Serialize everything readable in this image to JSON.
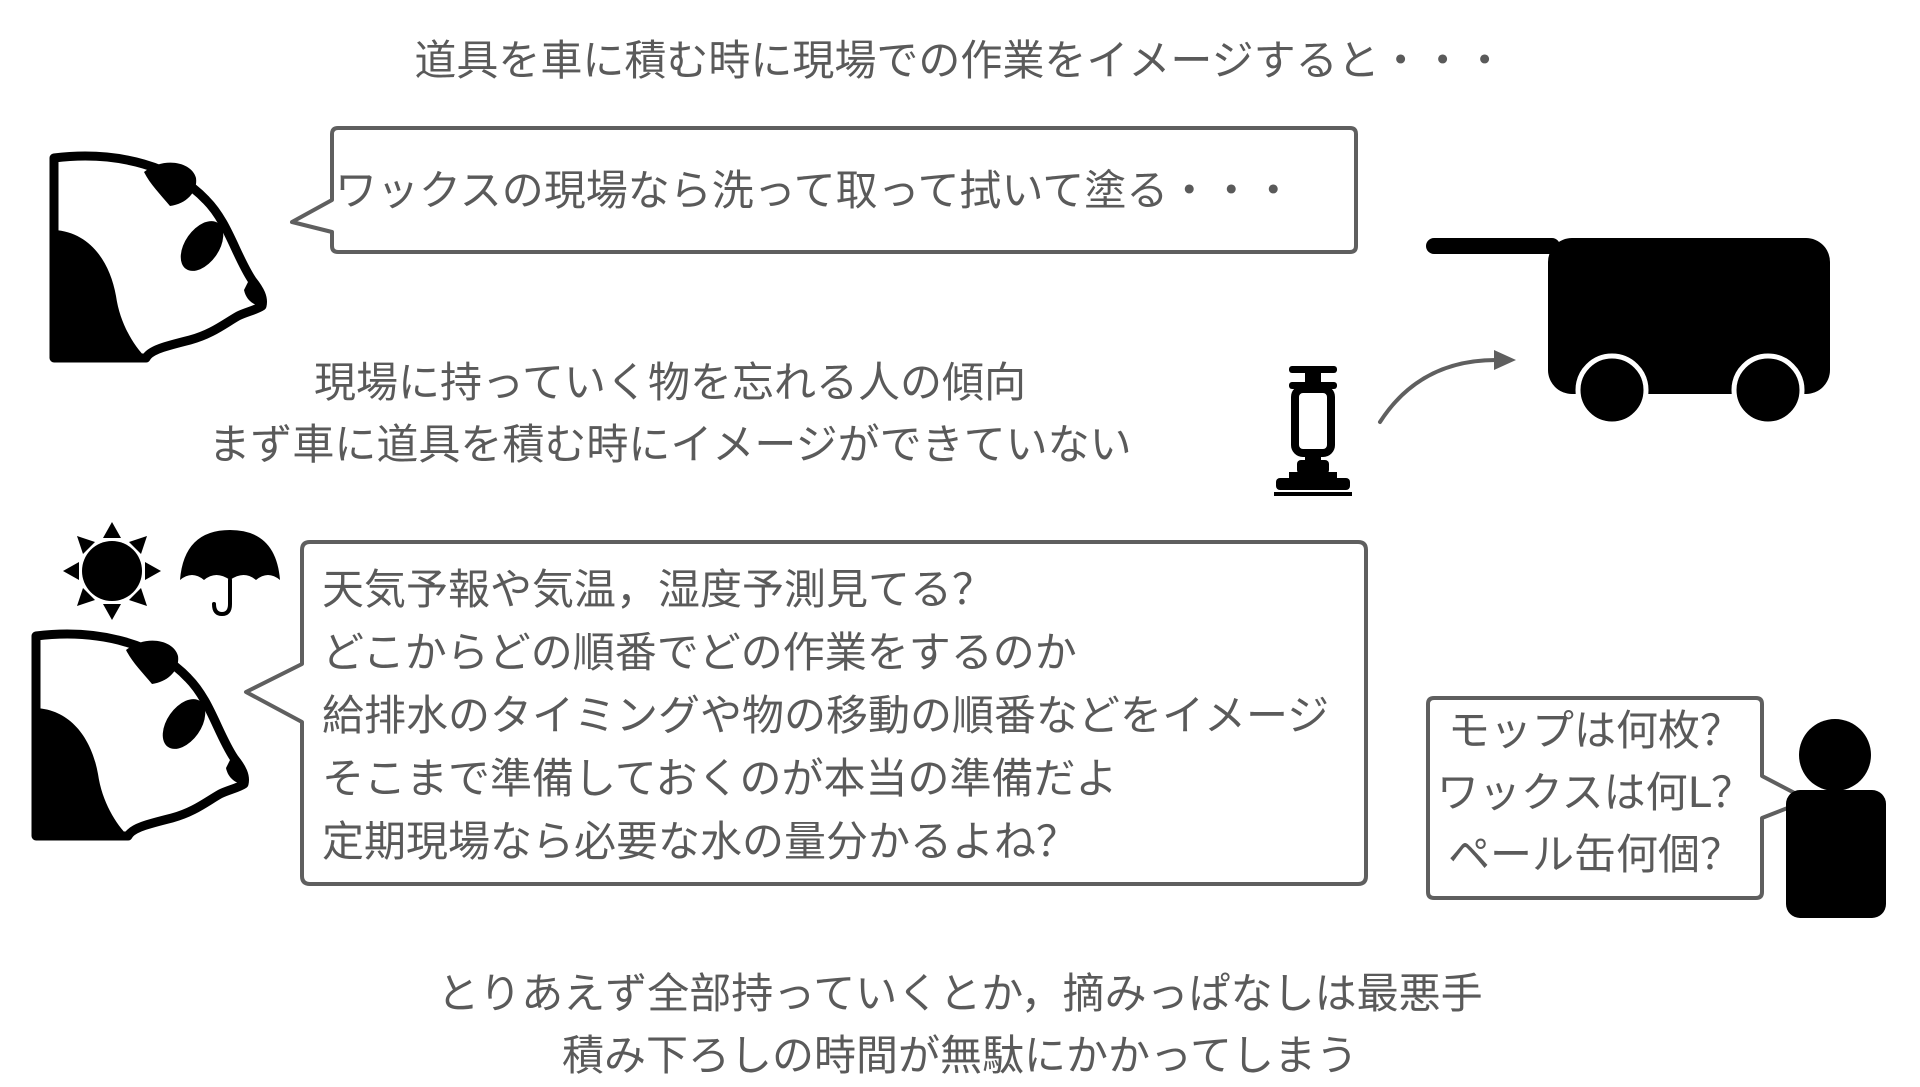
{
  "title": "道具を車に積む時に現場での作業をイメージすると・・・",
  "top_bubble": {
    "text": "ワックスの現場なら洗って取って拭いて塗る・・・"
  },
  "tendency": {
    "lines": [
      "現場に持っていく物を忘れる人の傾向",
      "まず車に道具を積む時にイメージができていない"
    ]
  },
  "main_bubble": {
    "lines": [
      "天気予報や気温，湿度予測見てる？",
      "どこからどの順番でどの作業をするのか",
      "給排水のタイミングや物の移動の順番などをイメージ",
      "そこまで準備しておくのが本当の準備だよ",
      "定期現場なら必要な水の量分かるよね？"
    ]
  },
  "small_bubble": {
    "lines": [
      "モップは何枚？",
      "ワックスは何L？",
      "ペール缶何個？"
    ]
  },
  "bottom_note": {
    "lines": [
      "とりあえず全部持っていくとか，摘みっぱなしは最悪手",
      "積み下ろしの時間が無駄にかかってしまう"
    ]
  },
  "icons": {
    "panda_top": "panda-head-icon",
    "panda_bottom": "panda-head-icon",
    "cart": "cart-icon",
    "machine": "floor-polisher-icon",
    "arrow": "curved-arrow-icon",
    "sun": "sun-icon",
    "umbrella": "umbrella-icon",
    "person": "person-icon"
  },
  "colors": {
    "text": "#5a5a5a",
    "stroke": "#5f5f5f",
    "icon": "#000000",
    "background": "#ffffff"
  }
}
